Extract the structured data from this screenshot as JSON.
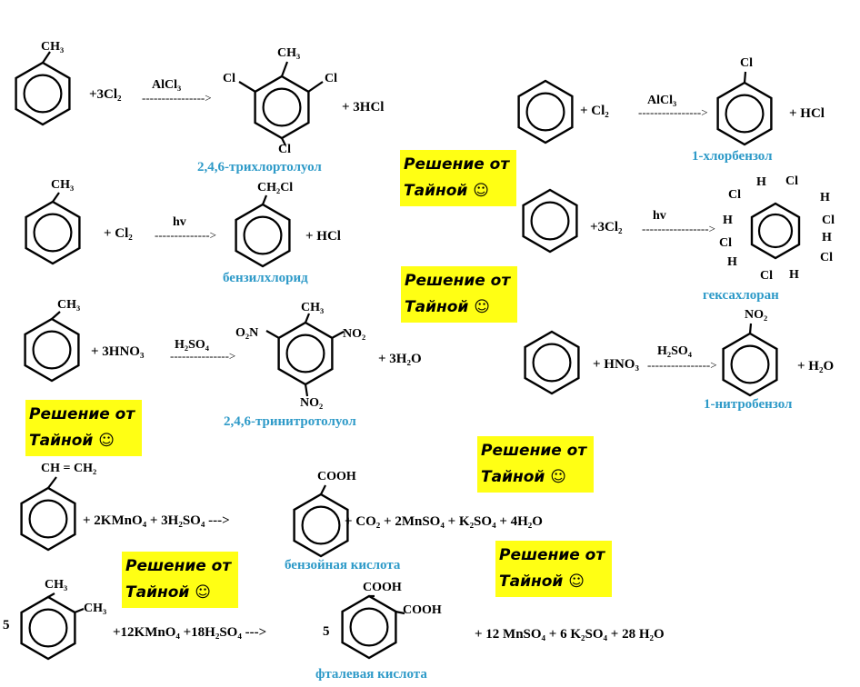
{
  "reactions": {
    "r1": {
      "reactant_sub": "CH₃",
      "reagent": "+3Cl₂",
      "condition": "AlCl₃",
      "arrow": "---------------->",
      "sub_top": "CH₃",
      "sub_left": "Cl",
      "sub_right": "Cl",
      "sub_bottom": "Cl",
      "byproduct": "+ 3HCl",
      "product_name": "2,4,6-трихлортолуол"
    },
    "r2": {
      "reagent": "+  Cl₂",
      "condition": "AlCl₃",
      "arrow": "---------------->",
      "sub_top": "Cl",
      "byproduct": "+ HCl",
      "product_name": "1-хлорбензол"
    },
    "r3": {
      "reactant_sub": "CH₃",
      "reagent": "+  Cl₂",
      "condition": "hv",
      "arrow": "-------------->",
      "sub_top": "CH₂Cl",
      "byproduct": "+ HCl",
      "product_name": "бензилхлорид"
    },
    "r4": {
      "reagent": "+3Cl₂",
      "condition": "hv",
      "arrow": "----------------->",
      "hexachloro_labels": [
        "Cl",
        "H",
        "Cl",
        "H",
        "H",
        "Cl",
        "H",
        "Cl",
        "Cl",
        "H",
        "Cl",
        "H"
      ],
      "product_name": "гексахлоран"
    },
    "r5": {
      "reactant_sub": "CH₃",
      "reagent": "+   3HNO₃",
      "condition": "H₂SO₄",
      "arrow": "--------------->",
      "sub_top": "CH₃",
      "sub_left": "O₂N",
      "sub_right": "NO₂",
      "sub_bottom": "NO₂",
      "byproduct": "+ 3H₂O",
      "product_name": "2,4,6-тринитротолуол"
    },
    "r6": {
      "reagent": "+ HNO₃",
      "condition": "H₂SO₄",
      "arrow": "---------------->",
      "sub_top": "NO₂",
      "byproduct": "+ H₂O",
      "product_name": "1-нитробензол"
    },
    "r7": {
      "reactant_sub": "CH = CH₂",
      "equation": "+ 2KMnO₄ + 3H₂SO₄ --->",
      "sub_top": "COOH",
      "byproduct": "+  CO₂ + 2MnSO₄ + K₂SO₄ + 4H₂O",
      "product_name": "бензойная кислота"
    },
    "r8": {
      "coef1": "5",
      "reactant_sub1": "CH₃",
      "reactant_sub2": "CH₃",
      "equation": "+12KMnO₄ +18H₂SO₄ --->",
      "coef2": "5",
      "sub_top": "COOH",
      "sub_right": "COOH",
      "byproduct": "+  12 MnSO₄ + 6 K₂SO₄ + 28 H₂O",
      "product_name": "фталевая кислота"
    }
  },
  "watermark": {
    "line1": "Решение от",
    "line2": "Тайной ☺",
    "color": "#ffff14"
  },
  "colors": {
    "name_color": "#2e9ac8"
  }
}
